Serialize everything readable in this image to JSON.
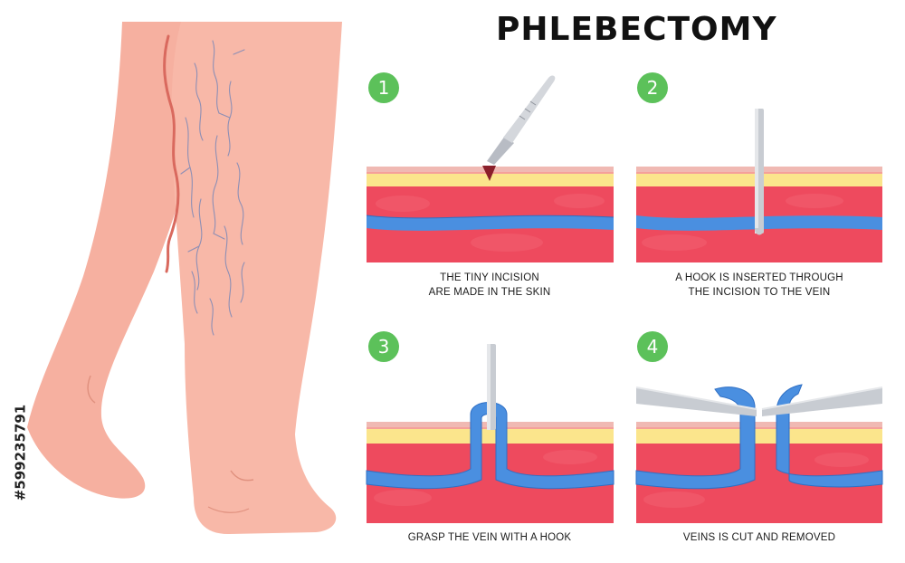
{
  "title": "PHLEBECTOMY",
  "steps": [
    {
      "number": "1",
      "caption": [
        "THE TINY INCISION",
        "ARE MADE IN THE SKIN"
      ]
    },
    {
      "number": "2",
      "caption": [
        "A HOOK IS INSERTED THROUGH",
        "THE INCISION TO THE VEIN"
      ]
    },
    {
      "number": "3",
      "caption": [
        "GRASP THE VEIN WITH A HOOK"
      ]
    },
    {
      "number": "4",
      "caption": [
        "VEINS IS CUT AND REMOVED"
      ]
    }
  ],
  "stock_id": "#599235791",
  "colors": {
    "skin_leg": "#f7b3a3",
    "epidermis": "#f5a09a",
    "fat": "#fbe58c",
    "muscle": "#ee4a5e",
    "vein": "#4a8fe0",
    "badge": "#5cc15a"
  }
}
